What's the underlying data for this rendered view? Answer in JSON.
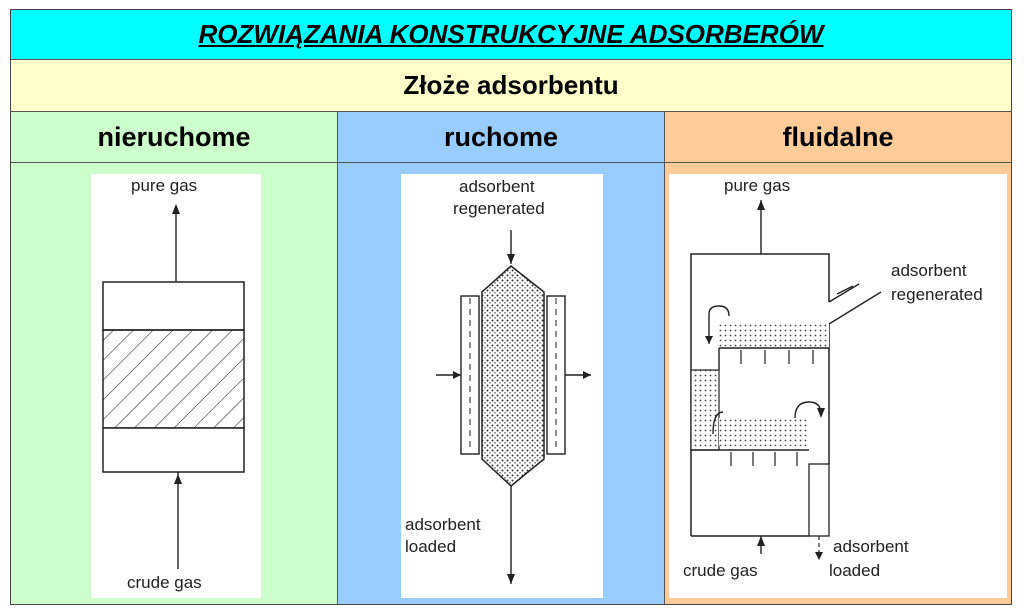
{
  "header": {
    "title": "ROZWIĄZANIA KONSTRUKCYJNE ADSORBERÓW",
    "subtitle": "Złoże adsorbentu"
  },
  "columns": [
    {
      "label": "nieruchome",
      "color": "#ccffcc"
    },
    {
      "label": "ruchome",
      "color": "#99ccff"
    },
    {
      "label": "fluidalne",
      "color": "#ffcc99"
    }
  ],
  "diagrams": {
    "fixed": {
      "top_label": "pure gas",
      "bottom_label": "crude gas"
    },
    "moving": {
      "top_label_1": "adsorbent",
      "top_label_2": "regenerated",
      "bottom_label_1": "adsorbent",
      "bottom_label_2": "loaded"
    },
    "fluid": {
      "top_label": "pure gas",
      "right_label_1": "adsorbent",
      "right_label_2": "regenerated",
      "bottom_left_label": "crude gas",
      "bottom_right_label_1": "adsorbent",
      "bottom_right_label_2": "loaded"
    }
  },
  "colors": {
    "title_bg": "#00ffff",
    "subtitle_bg": "#ffffcc"
  }
}
